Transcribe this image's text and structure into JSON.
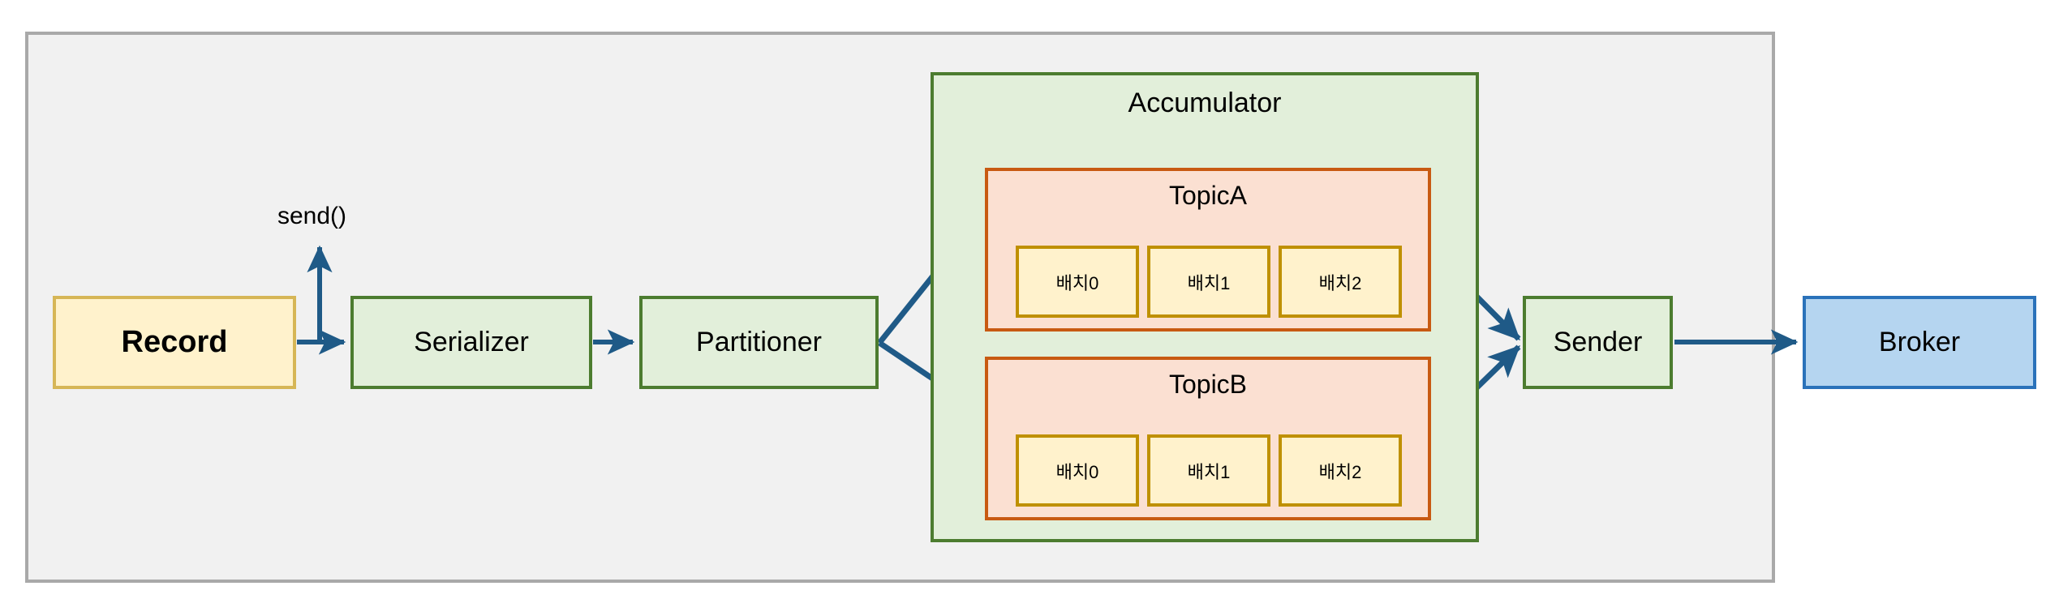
{
  "diagram": {
    "title_implied": "Kafka Producer internals",
    "container": {
      "name": "producer-container",
      "fill": "#f1f1f1",
      "stroke": "#a9a9a9"
    },
    "nodes": [
      {
        "id": "record",
        "label": "Record",
        "fill": "#fff2cc",
        "stroke": "#d6b656"
      },
      {
        "id": "serializer",
        "label": "Serializer",
        "fill": "#e2efda",
        "stroke": "#4c7c2f"
      },
      {
        "id": "partitioner",
        "label": "Partitioner",
        "fill": "#e2efda",
        "stroke": "#4c7c2f"
      },
      {
        "id": "sender",
        "label": "Sender",
        "fill": "#e2efda",
        "stroke": "#4c7c2f"
      },
      {
        "id": "broker",
        "label": "Broker",
        "fill": "#b5d5f0",
        "stroke": "#2a72ba"
      }
    ],
    "accumulator": {
      "label": "Accumulator",
      "fill": "#e2efda",
      "stroke": "#4c7c2f",
      "topics": [
        {
          "label": "TopicA",
          "fill": "#fbe0d2",
          "stroke": "#c85a12",
          "batches": [
            {
              "label": "배치0"
            },
            {
              "label": "배치1"
            },
            {
              "label": "배치2"
            }
          ]
        },
        {
          "label": "TopicB",
          "fill": "#fbe0d2",
          "stroke": "#c85a12",
          "batches": [
            {
              "label": "배치0"
            },
            {
              "label": "배치1"
            },
            {
              "label": "배치2"
            }
          ]
        }
      ]
    },
    "edges": [
      {
        "id": "record-to-serializer",
        "label": "",
        "from": "record",
        "to": "serializer"
      },
      {
        "id": "send-call",
        "label": "send()",
        "from": "record-to-serializer",
        "to": "caller"
      },
      {
        "id": "serializer-to-partitioner",
        "label": "",
        "from": "serializer",
        "to": "partitioner"
      },
      {
        "id": "partitioner-to-topic-a",
        "label": "",
        "from": "partitioner",
        "to": "TopicA"
      },
      {
        "id": "partitioner-to-topic-b",
        "label": "",
        "from": "partitioner",
        "to": "TopicB"
      },
      {
        "id": "topic-a-to-sender",
        "label": "",
        "from": "TopicA",
        "to": "sender"
      },
      {
        "id": "topic-b-to-sender",
        "label": "",
        "from": "TopicB",
        "to": "sender"
      },
      {
        "id": "sender-to-broker",
        "label": "",
        "from": "sender",
        "to": "broker"
      }
    ],
    "edge_color": "#1f5a87"
  }
}
